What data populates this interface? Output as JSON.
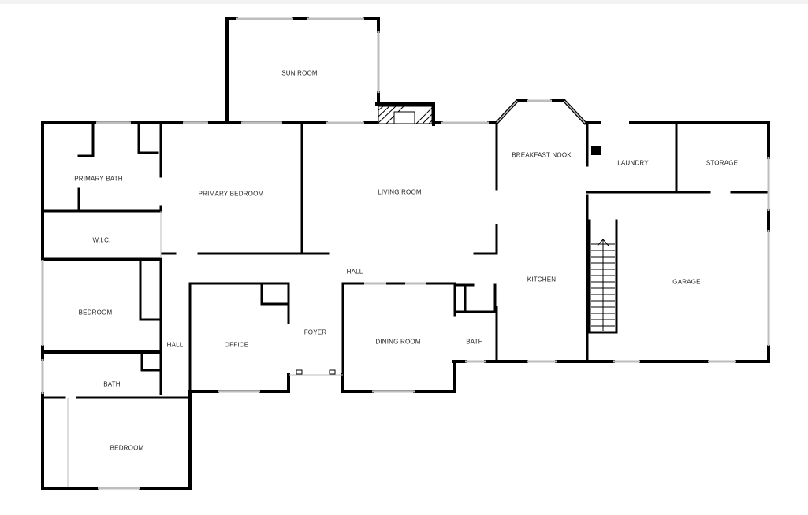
{
  "rooms": {
    "sun_room": "SUN ROOM",
    "breakfast_nook": "BREAKFAST NOOK",
    "laundry": "LAUNDRY",
    "storage": "STORAGE",
    "primary_bath": "PRIMARY BATH",
    "primary_bedroom": "PRIMARY BEDROOM",
    "living_room": "LIVING ROOM",
    "wic": "W.I.C.",
    "hall_main": "HALL",
    "kitchen": "KITCHEN",
    "garage": "GARAGE",
    "bedroom_1": "BEDROOM",
    "foyer": "FOYER",
    "dining_room": "DINING ROOM",
    "bath_small": "BATH",
    "office": "OFFICE",
    "hall_side": "HALL",
    "bath_lower": "BATH",
    "bedroom_2": "BEDROOM"
  },
  "colors": {
    "wall": "#000000",
    "window": "#bdbdbd",
    "background": "#ffffff"
  }
}
